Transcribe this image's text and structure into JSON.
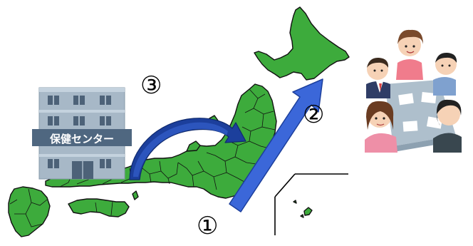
{
  "labels": {
    "step_1": "①",
    "step_2": "②",
    "step_3": "③",
    "building_sign": "保健センター"
  },
  "colors": {
    "land": "#3dab3c",
    "land_outline": "#111111",
    "arrow_blue": "#3b67d9",
    "arrow_navy": "#1c3f9c",
    "building": "#a7b8c7",
    "building_dark": "#4d6278",
    "sign_bg": "#4f6780"
  },
  "icons": {
    "building": "health-center-building-icon",
    "meeting": "meeting-people-illustration"
  }
}
